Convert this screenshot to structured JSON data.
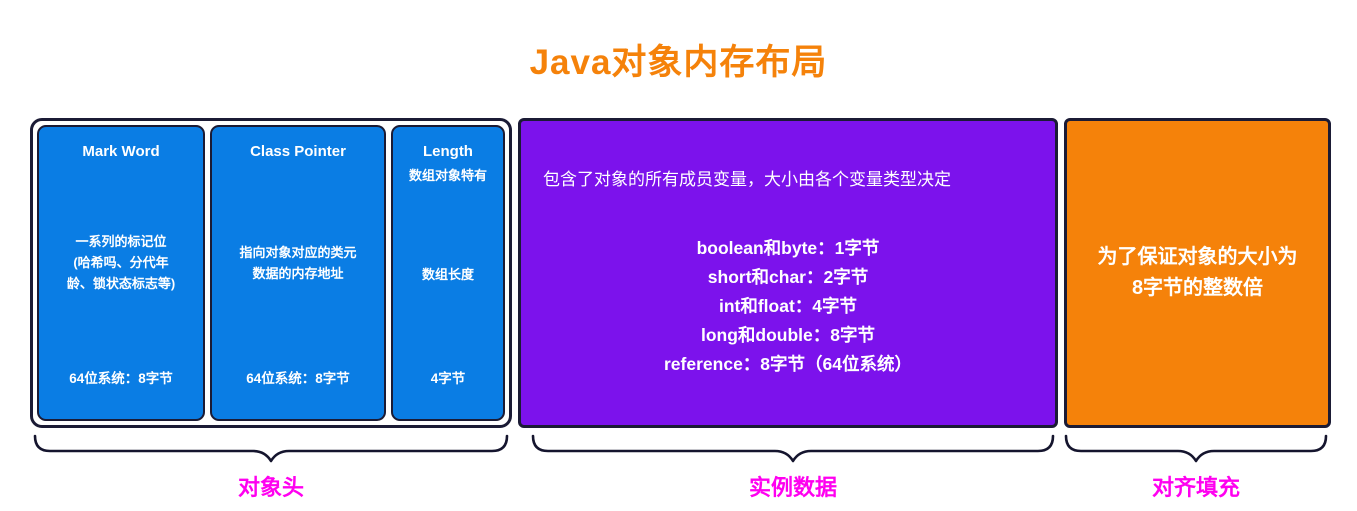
{
  "title": "Java对象内存布局",
  "colors": {
    "accent_orange": "#F5820A",
    "box_blue": "#0A7DE4",
    "box_purple": "#7C12EC",
    "box_orange": "#F5820A",
    "label_magenta": "#FF00F0",
    "border_dark": "#1B1B35"
  },
  "object_header": {
    "boxes": [
      {
        "title": "Mark Word",
        "desc": "一系列的标记位\n(哈希吗、分代年\n龄、锁状态标志等)",
        "size": "64位系统：8字节"
      },
      {
        "title": "Class Pointer",
        "desc": "指向对象对应的类元\n数据的内存地址",
        "size": "64位系统：8字节"
      },
      {
        "title": "Length",
        "subtitle": "数组对象特有",
        "desc": "数组长度",
        "size": "4字节"
      }
    ]
  },
  "instance_data": {
    "intro": "包含了对象的所有成员变量，大小由各个变量类型决定",
    "lines": [
      "boolean和byte：1字节",
      "short和char：2字节",
      "int和float：4字节",
      "long和double：8字节",
      "reference：8字节（64位系统）"
    ]
  },
  "alignment_padding": {
    "text": "为了保证对象的大小为\n8字节的整数倍"
  },
  "section_labels": {
    "object_header": "对象头",
    "instance_data": "实例数据",
    "alignment_padding": "对齐填充"
  }
}
